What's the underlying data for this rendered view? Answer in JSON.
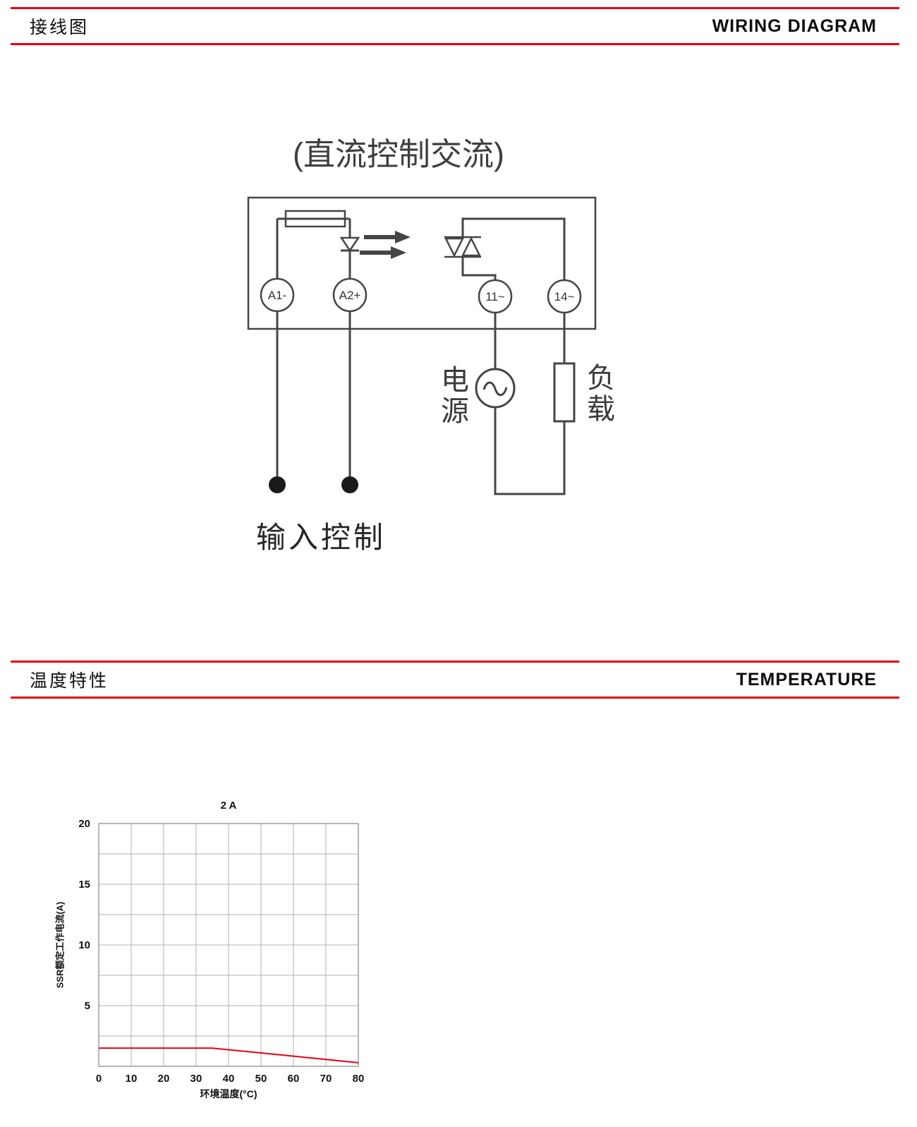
{
  "sections": [
    {
      "id": "wiring",
      "title_cn": "接线图",
      "title_en": "WIRING DIAGRAM"
    },
    {
      "id": "temperature",
      "title_cn": "温度特性",
      "title_en": "TEMPERATURE"
    }
  ],
  "wiring_diagram": {
    "title": "(直流控制交流)",
    "terminals": [
      "A1-",
      "A2+",
      "11~",
      "14~"
    ],
    "power_label_chars": [
      "电",
      "源"
    ],
    "load_label_chars": [
      "负",
      "载"
    ],
    "input_control_label": "输入控制"
  },
  "chart_data": {
    "type": "line",
    "title": "2 A",
    "xlabel": "环境温度(°C)",
    "ylabel": "SSR额定工作电流(A)",
    "xlim": [
      0,
      80
    ],
    "ylim": [
      0,
      20
    ],
    "xticks": [
      0,
      10,
      20,
      30,
      40,
      50,
      60,
      70,
      80
    ],
    "yticks": [
      5,
      10,
      15,
      20
    ],
    "xgrid_step": 10,
    "ygrid_step": 2.5,
    "grid": true,
    "legend": "none",
    "series": [
      {
        "name": "2 A",
        "color": "#e60012",
        "x": [
          0,
          35,
          80
        ],
        "y": [
          1.5,
          1.5,
          0.3
        ]
      }
    ]
  },
  "colors": {
    "accent_red": "#e60012",
    "diagram_stroke": "#454545",
    "grid_color": "#b0b0b0",
    "axis_color": "#8f8f8f",
    "text_dark": "#111111"
  }
}
